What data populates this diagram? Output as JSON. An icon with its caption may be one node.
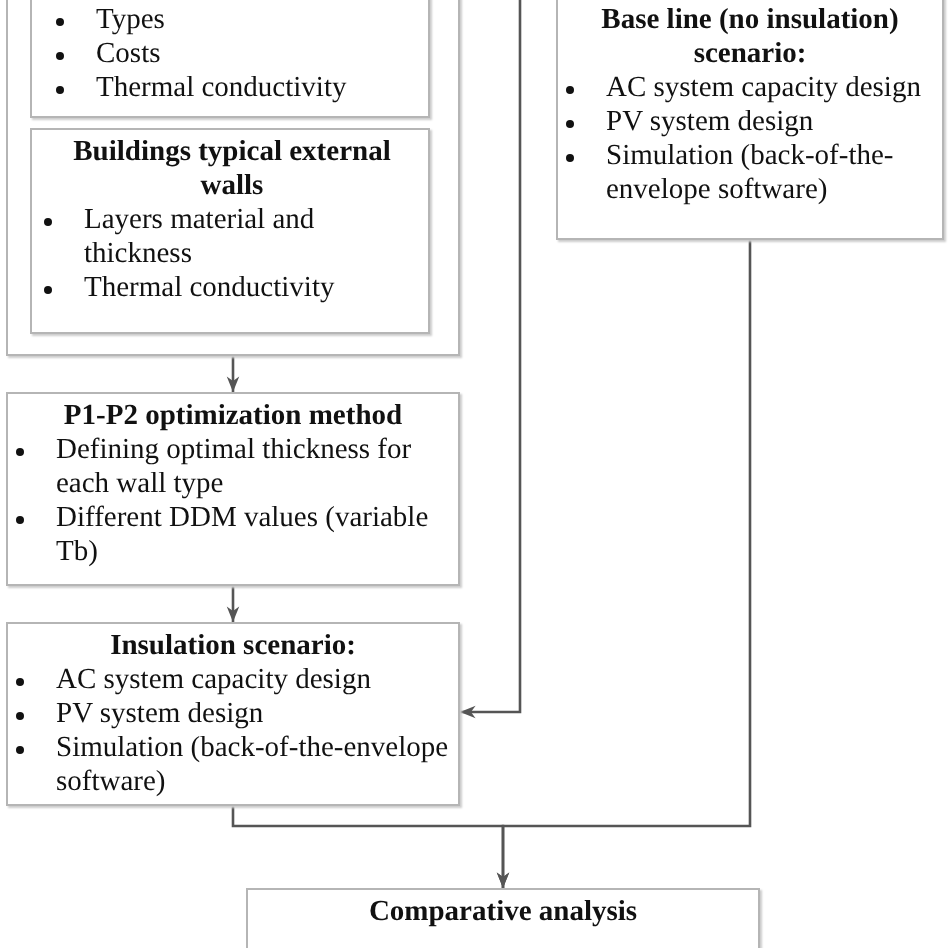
{
  "diagram": {
    "nodes": [
      {
        "text": [],
        "shape": "box"
      },
      {
        "text": [
          "Types",
          "Costs",
          "Thermal conductivity"
        ],
        "in": 0
      },
      {
        "text": [
          "Buildings typical external walls",
          "Layers material and thickness",
          "Thermal conductivity"
        ],
        "in": 0
      },
      {
        "text": [
          "Base line (no insulation) scenario:",
          "AC system capacity design",
          "PV system design",
          "Simulation (back-of-the-envelope software)"
        ]
      },
      {
        "text": [
          "P1-P2 optimization method",
          "Defining optimal thickness for each wall type",
          "Different DDM values (variable Tb)"
        ]
      },
      {
        "text": [
          "Insulation scenario:",
          "AC system capacity design",
          "PV system design",
          "Simulation (back-of-the-envelope software)"
        ]
      },
      {
        "text": [
          "Comparative analysis"
        ]
      }
    ],
    "edges": [
      {
        "from": 0,
        "to": 4,
        "arrow": "to"
      },
      {
        "from": 4,
        "to": 5,
        "arrow": "to"
      },
      {
        "from": null,
        "to": 5,
        "arrow": "to"
      },
      {
        "from": 5,
        "to": 6,
        "arrow": "to"
      },
      {
        "from": 3,
        "to": 6,
        "arrow": "to"
      }
    ]
  }
}
